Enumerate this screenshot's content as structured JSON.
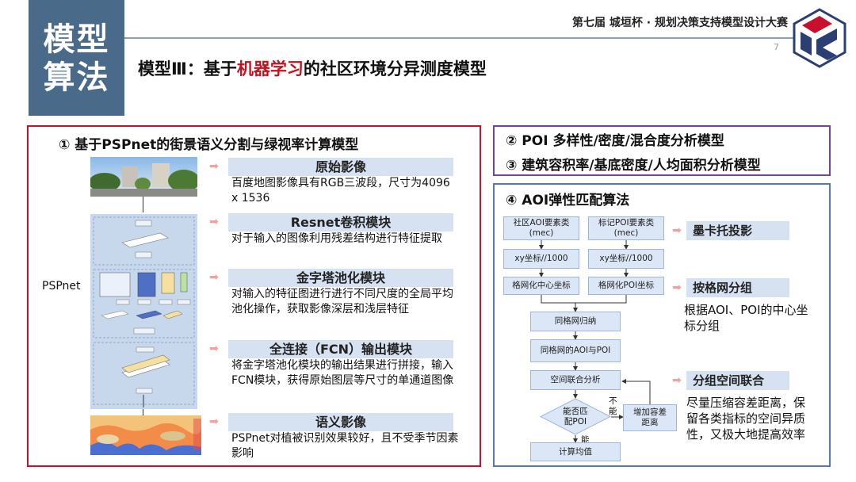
{
  "header": {
    "badge": [
      "模型",
      "算法"
    ],
    "event": "第七届  城垣杯 · 规划决策支持模型设计大赛",
    "page_number": "7",
    "title_prefix": "模型Ⅲ：基于",
    "title_highlight": "机器学习",
    "title_suffix": "的社区环境分异测度模型"
  },
  "colors": {
    "badge": "#4a6a8a",
    "highlight": "#c1121f",
    "panel1": "#c8102e",
    "panel2": "#7a3fa0",
    "panel3": "#5577bb"
  },
  "left": {
    "title": "① 基于PSPnet的街景语义分割与绿视率计算模型",
    "pspnet_label": "PSPnet",
    "steps": [
      {
        "heading": "原始影像",
        "desc": "百度地图影像具有RGB三波段，尺寸为4096 x 1536"
      },
      {
        "heading": "Resnet卷积模块",
        "desc": "对于输入的图像利用残差结构进行特征提取"
      },
      {
        "heading": "金字塔池化模块",
        "desc": "对输入的特征图进行进行不同尺度的全局平均池化操作，获取影像深层和浅层特征"
      },
      {
        "heading": "全连接（FCN）输出模块",
        "desc": "将金字塔池化模块的输出结果进行拼接，输入FCN模块，获得原始图层等尺寸的单通道图像"
      },
      {
        "heading": "语义影像",
        "desc": "PSPnet对植被识别效果较好，且不受季节因素影响"
      }
    ]
  },
  "right_top": {
    "line1": "② POI 多样性/密度/混合度分析模型",
    "line2": "③ 建筑容积率/基底密度/人均面积分析模型"
  },
  "right_bottom": {
    "title": "④ AOI弹性匹配算法",
    "flow": {
      "aoi_input": "社区AOI要素类\n(mec)",
      "poi_input": "标记POI要素类\n(mec)",
      "xy1": "xy坐标//1000",
      "xy2": "xy坐标//1000",
      "grid1": "格网化中心坐标",
      "grid2": "格网化POI坐标",
      "group": "同格网归纳",
      "same": "同格网的AOI与POI",
      "join": "空间联合分析",
      "decision": "能否匹\n配POI",
      "no": "不\n能",
      "yes": "能",
      "increase": "增加容差\n距离",
      "compute": "计算均值"
    },
    "labels": [
      {
        "heading": "墨卡托投影",
        "desc": ""
      },
      {
        "heading": "按格网分组",
        "desc": "根据AOI、POI的中心坐标分组"
      },
      {
        "heading": "分组空间联合",
        "desc": "尽量压缩容差距离，保留各类指标的空间异质性，又极大地提高效率"
      }
    ]
  }
}
